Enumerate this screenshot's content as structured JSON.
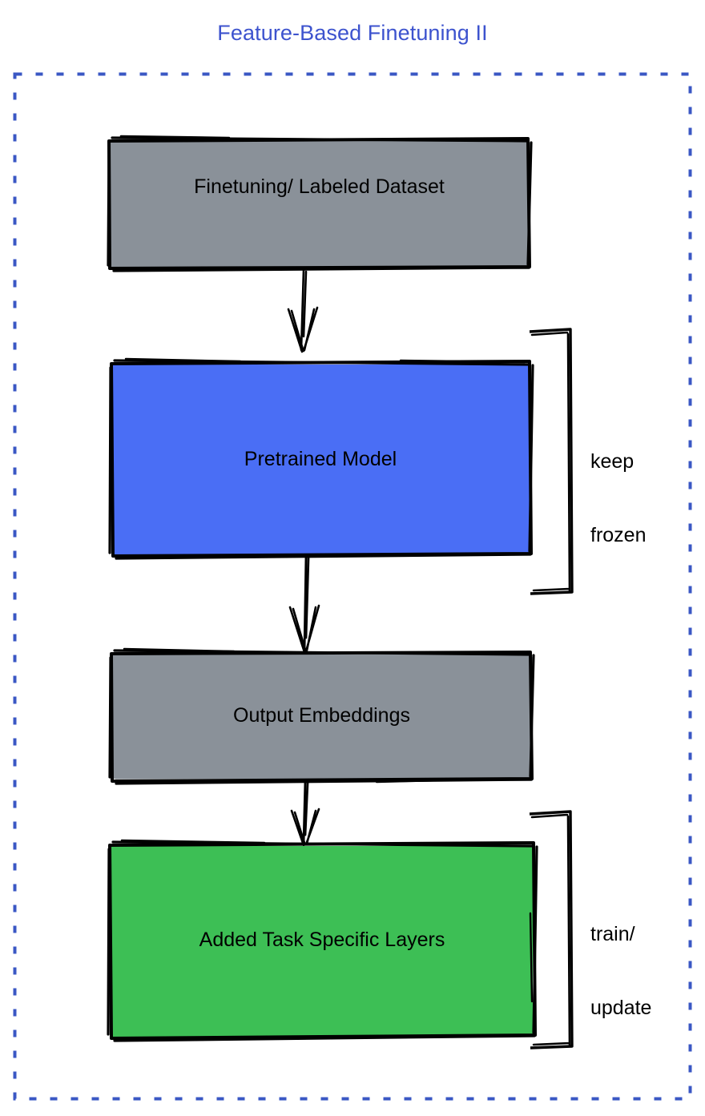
{
  "title": "Feature-Based Finetuning II",
  "colors": {
    "title_blue": "#3d53ce",
    "dashed_border_blue": "#3a57c4",
    "gray_fill": "#8a9199",
    "blue_fill": "#4a6ef5",
    "green_fill": "#3dbf55",
    "stroke_black": "#000000",
    "text_black": "#000000"
  },
  "container": {
    "name": "feature-based-finetuning-container",
    "border_style": "dashed"
  },
  "nodes": [
    {
      "id": "dataset",
      "label": "Finetuning/ Labeled Dataset",
      "fill": "#8a9199",
      "shape": "rectangle",
      "label_position": "top"
    },
    {
      "id": "pretrained",
      "label": "Pretrained Model",
      "fill": "#4a6ef5",
      "shape": "rectangle",
      "label_position": "center"
    },
    {
      "id": "embeddings",
      "label": "Output Embeddings",
      "fill": "#8a9199",
      "shape": "rectangle",
      "label_position": "center"
    },
    {
      "id": "tasklayers",
      "label": "Added Task Specific Layers",
      "fill": "#3dbf55",
      "shape": "rectangle",
      "label_position": "center"
    }
  ],
  "edges": [
    {
      "id": "edge-dataset-to-pretrained",
      "from": "dataset",
      "to": "pretrained",
      "label": ""
    },
    {
      "id": "edge-pretrained-to-embeddings",
      "from": "pretrained",
      "to": "embeddings",
      "label": ""
    },
    {
      "id": "edge-embeddings-to-tasklayers",
      "from": "embeddings",
      "to": "tasklayers",
      "label": ""
    }
  ],
  "annotations": [
    {
      "id": "keep-frozen",
      "lines": [
        "keep",
        "frozen"
      ],
      "text": "keep\nfrozen",
      "target": "pretrained"
    },
    {
      "id": "train-update",
      "lines": [
        "train/",
        "update"
      ],
      "text": "train/\nupdate",
      "target": "tasklayers"
    }
  ]
}
